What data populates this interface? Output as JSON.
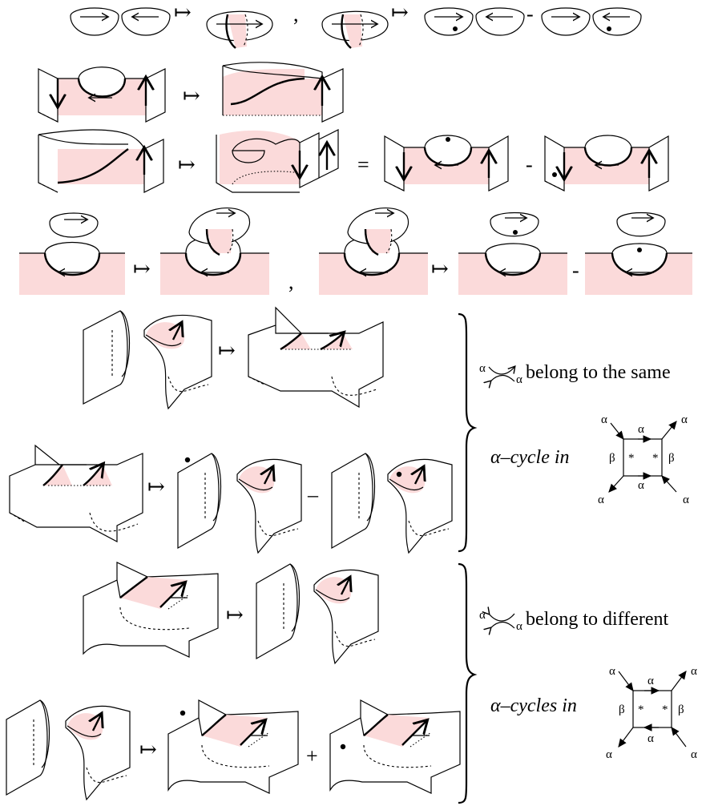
{
  "symbols": {
    "maps_to": "↦",
    "comma": ",",
    "minus": "-",
    "long_minus": "–",
    "equals": "=",
    "plus": "+",
    "star": "*"
  },
  "cases": {
    "same": {
      "text": "belong to the same",
      "cycle_text": "α–cycle in",
      "label_alpha": "α",
      "label_beta": "β"
    },
    "different": {
      "text": "belong to different",
      "cycle_text": "α–cycles in",
      "label_alpha": "α",
      "label_beta": "β"
    }
  },
  "colors": {
    "shading": "#fbdada",
    "ink": "#000000"
  }
}
